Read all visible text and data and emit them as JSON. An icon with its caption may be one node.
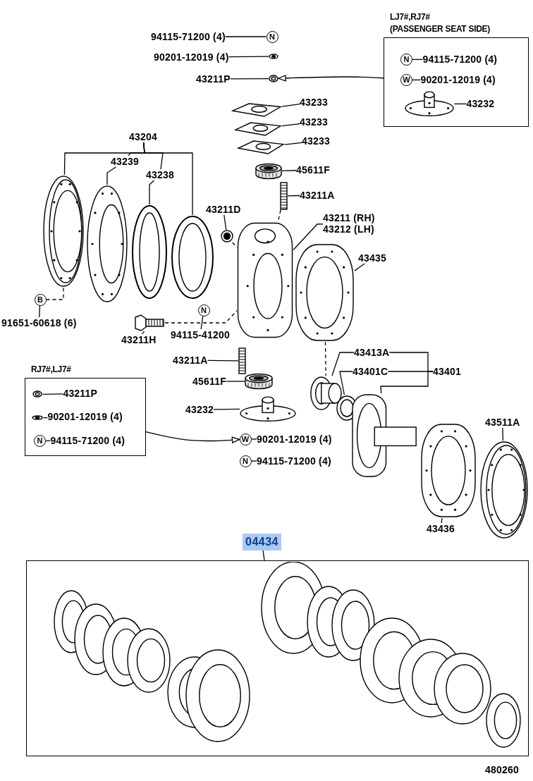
{
  "diagram": {
    "nodes": [
      {
        "text": [
          "94115-71200 (4)"
        ]
      },
      {
        "text": [
          "N"
        ]
      },
      {
        "text": [
          "90201-12019 (4)"
        ]
      },
      {
        "text": [],
        "shape": "picture"
      },
      {
        "text": [
          "43211P"
        ]
      },
      {
        "text": [],
        "shape": "picture"
      },
      {
        "text": [],
        "shape": "picture"
      },
      {
        "text": [
          "43233"
        ]
      },
      {
        "text": [],
        "shape": "picture"
      },
      {
        "text": [
          "43233"
        ]
      },
      {
        "text": [],
        "shape": "picture"
      },
      {
        "text": [
          "43233"
        ]
      },
      {
        "text": [],
        "shape": "picture"
      },
      {
        "text": [
          "45611F"
        ]
      },
      {
        "text": [],
        "shape": "picture"
      },
      {
        "text": [
          "43211A"
        ]
      },
      {
        "text": [
          "LJ7#,RJ7#",
          "(PASSENGER SEAT SIDE)"
        ]
      },
      {
        "text": [
          "N"
        ],
        "in": 16
      },
      {
        "text": [
          "94115-71200 (4)"
        ],
        "in": 16
      },
      {
        "text": [
          "W"
        ],
        "in": 16
      },
      {
        "text": [
          "90201-12019 (4)"
        ],
        "in": 16
      },
      {
        "text": [],
        "shape": "picture",
        "in": 16
      },
      {
        "text": [
          "43232"
        ],
        "in": 16
      },
      {
        "text": [
          "43204"
        ]
      },
      {
        "text": [],
        "shape": "picture"
      },
      {
        "text": [],
        "shape": "picture"
      },
      {
        "text": [],
        "shape": "picture"
      },
      {
        "text": [],
        "shape": "picture"
      },
      {
        "text": [
          "43239"
        ]
      },
      {
        "text": [
          "43238"
        ]
      },
      {
        "text": [
          "43211D"
        ]
      },
      {
        "text": [],
        "shape": "picture"
      },
      {
        "text": [],
        "shape": "picture"
      },
      {
        "text": [
          "43211 (RH) 43212 (LH)"
        ]
      },
      {
        "text": [],
        "shape": "picture"
      },
      {
        "text": [
          "43435"
        ]
      },
      {
        "text": [
          "B"
        ]
      },
      {
        "text": [
          "91651-60618 (6)"
        ]
      },
      {
        "text": [],
        "shape": "picture"
      },
      {
        "text": [
          "43211H"
        ]
      },
      {
        "text": [
          "N"
        ]
      },
      {
        "text": [
          "94115-41200"
        ]
      },
      {
        "text": [
          "43211A"
        ]
      },
      {
        "text": [],
        "shape": "picture"
      },
      {
        "text": [
          "45611F"
        ]
      },
      {
        "text": [],
        "shape": "picture"
      },
      {
        "text": [
          "43232"
        ]
      },
      {
        "text": [],
        "shape": "picture"
      },
      {
        "text": [
          "RJ7#,LJ7#"
        ]
      },
      {
        "text": [],
        "shape": "picture",
        "in": 48
      },
      {
        "text": [
          "43211P"
        ],
        "in": 48
      },
      {
        "text": [],
        "shape": "picture",
        "in": 48
      },
      {
        "text": [
          "90201-12019 (4)"
        ],
        "in": 48
      },
      {
        "text": [
          "N"
        ],
        "in": 48
      },
      {
        "text": [
          "94115-71200 (4)"
        ],
        "in": 48
      },
      {
        "text": [
          "W"
        ]
      },
      {
        "text": [
          "90201-12019 (4)"
        ]
      },
      {
        "text": [
          "N"
        ]
      },
      {
        "text": [
          "94115-71200 (4)"
        ]
      },
      {
        "text": [
          "43413A"
        ]
      },
      {
        "text": [],
        "shape": "picture"
      },
      {
        "text": [
          "43401C"
        ]
      },
      {
        "text": [],
        "shape": "picture"
      },
      {
        "text": [
          "43401"
        ]
      },
      {
        "text": [],
        "shape": "picture"
      },
      {
        "text": [],
        "shape": "picture"
      },
      {
        "text": [
          "43436"
        ]
      },
      {
        "text": [],
        "shape": "picture"
      },
      {
        "text": [
          "43511A"
        ]
      },
      {
        "text": [
          "04434"
        ]
      },
      {
        "text": [],
        "shape": "box"
      }
    ],
    "edges": [
      {
        "from": 0,
        "to": 1,
        "arrow": "none"
      },
      {
        "from": 2,
        "to": 3,
        "arrow": "none"
      },
      {
        "from": 4,
        "to": 5,
        "arrow": "none"
      },
      {
        "from": 7,
        "to": 6,
        "arrow": "none"
      },
      {
        "from": 9,
        "to": 8,
        "arrow": "none"
      },
      {
        "from": 11,
        "to": 10,
        "arrow": "none"
      },
      {
        "from": 13,
        "to": 12,
        "arrow": "none"
      },
      {
        "from": 15,
        "to": 14,
        "arrow": "none"
      },
      {
        "from": 14,
        "to": 32,
        "arrow": "none",
        "style": "dashed"
      },
      {
        "from": 17,
        "to": 18,
        "arrow": "none"
      },
      {
        "from": 19,
        "to": 20,
        "arrow": "none"
      },
      {
        "from": 21,
        "to": 22,
        "arrow": "none"
      },
      {
        "from": 16,
        "to": 5,
        "arrow": "to"
      },
      {
        "from": 23,
        "to": 24,
        "arrow": "none"
      },
      {
        "from": 23,
        "to": 28,
        "arrow": "none"
      },
      {
        "from": 23,
        "to": 29,
        "arrow": "none"
      },
      {
        "from": 23,
        "to": 27,
        "arrow": "none"
      },
      {
        "from": 28,
        "to": 25,
        "arrow": "none"
      },
      {
        "from": 29,
        "to": 26,
        "arrow": "none"
      },
      {
        "from": 30,
        "to": 31,
        "arrow": "none"
      },
      {
        "from": 31,
        "to": 32,
        "arrow": "none",
        "style": "dashed"
      },
      {
        "from": 33,
        "to": 32,
        "arrow": "none"
      },
      {
        "from": 35,
        "to": 34,
        "arrow": "none"
      },
      {
        "from": 37,
        "to": 36,
        "arrow": "none"
      },
      {
        "from": 36,
        "to": 24,
        "arrow": "none",
        "style": "dashed"
      },
      {
        "from": 39,
        "to": 38,
        "arrow": "none"
      },
      {
        "from": 38,
        "to": 32,
        "arrow": "none",
        "style": "dashed"
      },
      {
        "from": 41,
        "to": 40,
        "arrow": "none"
      },
      {
        "from": 42,
        "to": 43,
        "arrow": "none"
      },
      {
        "from": 44,
        "to": 45,
        "arrow": "none"
      },
      {
        "from": 46,
        "to": 47,
        "arrow": "none"
      },
      {
        "from": 49,
        "to": 50,
        "arrow": "none"
      },
      {
        "from": 51,
        "to": 52,
        "arrow": "none"
      },
      {
        "from": 53,
        "to": 54,
        "arrow": "none"
      },
      {
        "from": 48,
        "to": 55,
        "arrow": "to"
      },
      {
        "from": 55,
        "to": 56,
        "arrow": "none"
      },
      {
        "from": 57,
        "to": 58,
        "arrow": "none"
      },
      {
        "from": 59,
        "to": 60,
        "arrow": "none"
      },
      {
        "from": 61,
        "to": 62,
        "arrow": "none"
      },
      {
        "from": 63,
        "to": 59,
        "arrow": "none"
      },
      {
        "from": 63,
        "to": 61,
        "arrow": "none"
      },
      {
        "from": 63,
        "to": 64,
        "arrow": "none"
      },
      {
        "from": 34,
        "to": 60,
        "arrow": "none",
        "style": "dashed"
      },
      {
        "from": 66,
        "to": 65,
        "arrow": "none"
      },
      {
        "from": 68,
        "to": 67,
        "arrow": "none"
      },
      {
        "from": 69,
        "to": 70,
        "arrow": "none"
      }
    ],
    "labels": [
      "480260"
    ]
  }
}
